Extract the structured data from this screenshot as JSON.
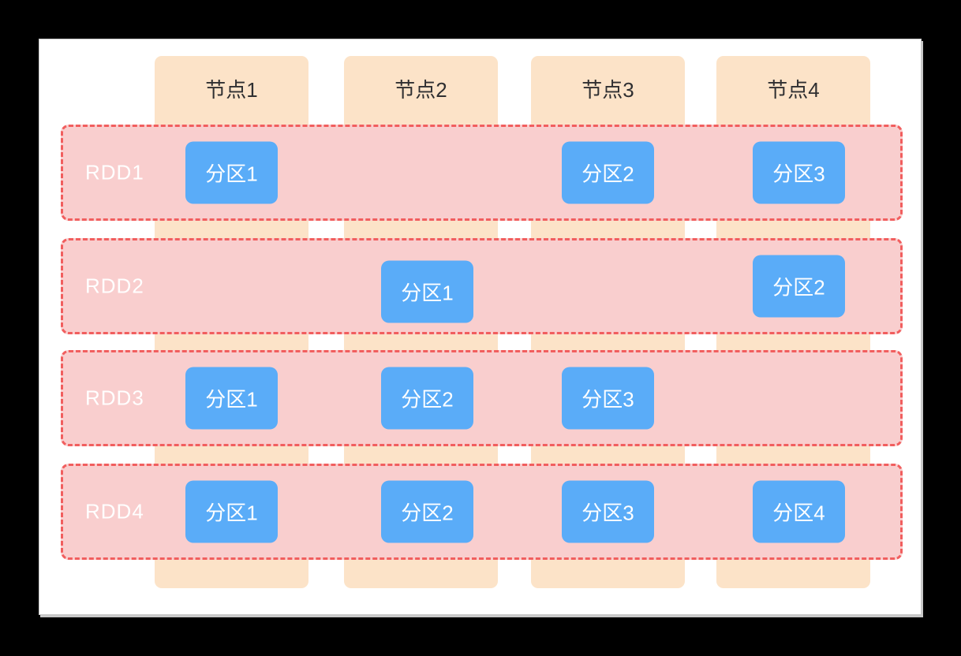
{
  "diagram": {
    "nodes": [
      {
        "label": "节点1"
      },
      {
        "label": "节点2"
      },
      {
        "label": "节点3"
      },
      {
        "label": "节点4"
      }
    ],
    "rdds": [
      {
        "label": "RDD1",
        "partitions": [
          {
            "label": "分区1",
            "node": 1
          },
          {
            "label": "分区2",
            "node": 3
          },
          {
            "label": "分区3",
            "node": 4
          }
        ]
      },
      {
        "label": "RDD2",
        "partitions": [
          {
            "label": "分区1",
            "node": 2
          },
          {
            "label": "分区2",
            "node": 4
          }
        ]
      },
      {
        "label": "RDD3",
        "partitions": [
          {
            "label": "分区1",
            "node": 1
          },
          {
            "label": "分区2",
            "node": 2
          },
          {
            "label": "分区3",
            "node": 3
          }
        ]
      },
      {
        "label": "RDD4",
        "partitions": [
          {
            "label": "分区1",
            "node": 1
          },
          {
            "label": "分区2",
            "node": 2
          },
          {
            "label": "分区3",
            "node": 3
          },
          {
            "label": "分区4",
            "node": 4
          }
        ]
      }
    ],
    "colors": {
      "frame": "#000000",
      "canvas": "#FFFFFF",
      "canvas_edge": "#C8C8C8",
      "node_fill": "#FCE3C8",
      "node_text": "#2F2F31",
      "rdd_fill": "#F9CECE",
      "rdd_border": "#F15E5E",
      "rdd_text": "#FFFFFF",
      "partition_fill": "#5AACF8",
      "partition_text": "#FFFFFF"
    }
  }
}
